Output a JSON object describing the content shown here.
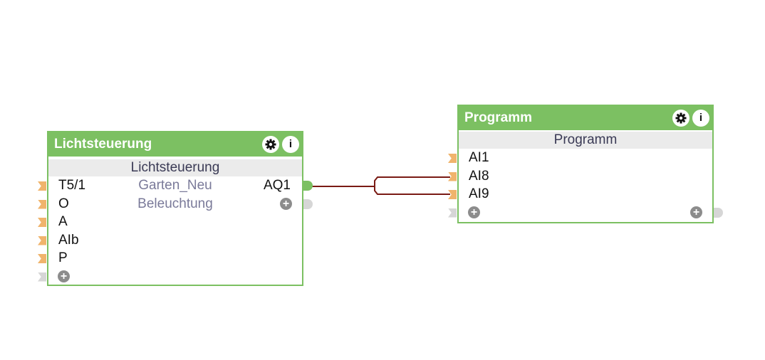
{
  "blocks": [
    {
      "title": "Lichtsteuerung",
      "subtitle": "Lichtsteuerung",
      "icons": [
        "gear-icon",
        "info-icon"
      ],
      "info_glyph": "i",
      "inputs": [
        "T5/1",
        "O",
        "A",
        "AIb",
        "P"
      ],
      "center_labels": [
        "Garten_Neu",
        "Beleuchtung"
      ],
      "outputs": [
        "AQ1"
      ],
      "add_glyph": "+"
    },
    {
      "title": "Programm",
      "subtitle": "Programm",
      "icons": [
        "gear-icon",
        "info-icon"
      ],
      "info_glyph": "i",
      "inputs": [
        "AI1",
        "AI8",
        "AI9"
      ],
      "outputs": [],
      "add_glyph": "+"
    }
  ],
  "connections": [
    {
      "from": "Lichtsteuerung.AQ1",
      "to": "Programm.AI8"
    },
    {
      "from": "Lichtsteuerung.AQ1",
      "to": "Programm.AI9"
    }
  ],
  "colors": {
    "block_header": "#7cc062",
    "input_port": "#f0b46c",
    "empty_port": "#d6d6d6",
    "wire": "#7a1a14"
  }
}
